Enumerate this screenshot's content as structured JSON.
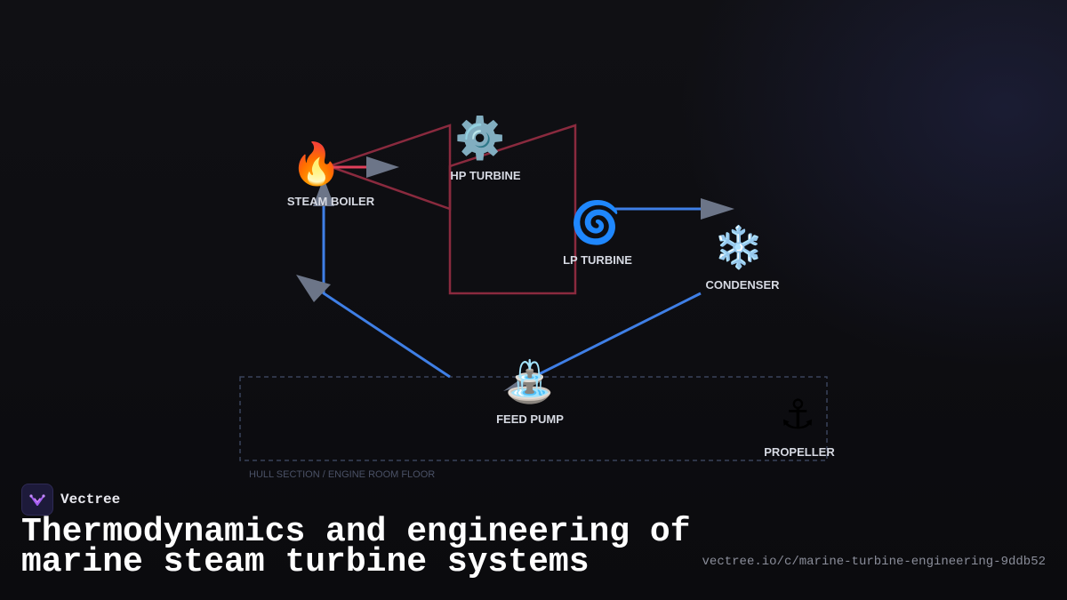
{
  "diagram": {
    "nodes": [
      {
        "id": "boiler",
        "icon": "🔥",
        "icon_name": "fire-icon",
        "label": "STEAM BOILER"
      },
      {
        "id": "hp",
        "icon": "⚙️",
        "icon_name": "gear-icon",
        "label": "HP TURBINE"
      },
      {
        "id": "lp",
        "icon": "🌀",
        "icon_name": "cyclone-icon",
        "label": "LP TURBINE"
      },
      {
        "id": "condenser",
        "icon": "❄️",
        "icon_name": "snowflake-icon",
        "label": "CONDENSER"
      },
      {
        "id": "pump",
        "icon": "⛲",
        "icon_name": "fountain-icon",
        "label": "FEED PUMP"
      },
      {
        "id": "propeller",
        "icon": "⚓",
        "icon_name": "anchor-icon",
        "label": "PROPELLER"
      }
    ],
    "zone_label": "HULL SECTION / ENGINE ROOM FLOOR",
    "colors": {
      "steam_path": "#e0405a",
      "turbine_outline": "#8a2a3e",
      "water_path": "#3f7fe6",
      "arrowhead": "#6c7588",
      "zone_border": "#39435a"
    }
  },
  "footer": {
    "brand": "Vectree",
    "title_line1": "Thermodynamics and engineering of",
    "title_line2": "marine steam turbine systems",
    "url": "vectree.io/c/marine-turbine-engineering-9ddb52"
  }
}
